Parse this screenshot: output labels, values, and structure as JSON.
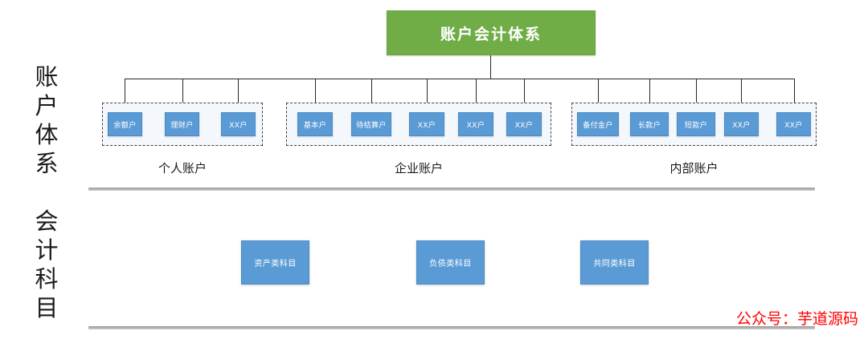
{
  "diagram": {
    "root": {
      "label": "账户会计体系",
      "color": "#70AD47"
    },
    "side_labels": {
      "accounts": "账户体系",
      "subjects": "会计科目"
    },
    "groups": [
      {
        "id": "personal",
        "caption": "个人账户",
        "nodes": [
          {
            "label": "余额户"
          },
          {
            "label": "理财户"
          },
          {
            "label": "XX户"
          }
        ]
      },
      {
        "id": "enterprise",
        "caption": "企业账户",
        "nodes": [
          {
            "label": "基本户"
          },
          {
            "label": "待结算户"
          },
          {
            "label": "XX户"
          },
          {
            "label": "XX户"
          },
          {
            "label": "XX户"
          }
        ]
      },
      {
        "id": "internal",
        "caption": "内部账户",
        "nodes": [
          {
            "label": "备付金户"
          },
          {
            "label": "长款户"
          },
          {
            "label": "短款户"
          },
          {
            "label": "XX户"
          },
          {
            "label": "XX户"
          }
        ]
      }
    ],
    "subjects": [
      {
        "label": "资产类科目"
      },
      {
        "label": "负债类科目"
      },
      {
        "label": "共同类科目"
      }
    ],
    "node_color": "#5B9BD5",
    "line_color": "#262626"
  },
  "watermark": {
    "text": "公众号：芋道源码",
    "color": "#FF0000"
  }
}
